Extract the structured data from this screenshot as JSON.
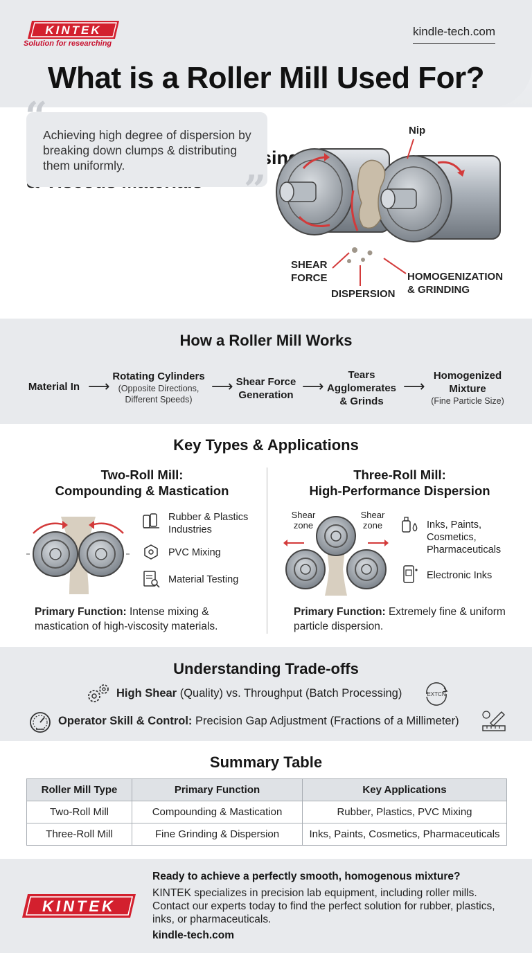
{
  "header": {
    "logo_text": "KINTEK",
    "logo_tagline": "Solution for researching",
    "site": "kindle-tech.com",
    "title": "What is a Roller Mill Used For?"
  },
  "core": {
    "title_line1": "Core Function:",
    "title_line2": "Grinding, Mixing, & Dispersing",
    "title_line3": "& Viscous Materials",
    "quote": "Achieving high degree of dispersion by breaking down clumps & distributing them uniformly.",
    "diagram_labels": {
      "nip": "Nip",
      "shear_1": "SHEAR",
      "shear_2": "FORCE",
      "dispersion": "DISPERSION",
      "homog_1": "HOMOGENIZATION",
      "homog_2": "& GRINDING"
    }
  },
  "how": {
    "title": "How a Roller Mill Works",
    "steps": [
      {
        "label": "Material In",
        "sub": ""
      },
      {
        "label": "Rotating Cylinders",
        "sub": "(Opposite Directions, Different Speeds)"
      },
      {
        "label": "Shear Force Generation",
        "sub": ""
      },
      {
        "label": "Tears Agglomerates & Grinds",
        "sub": ""
      },
      {
        "label": "Homogenized Mixture",
        "sub": "(Fine Particle Size)"
      }
    ]
  },
  "types": {
    "title": "Key Types & Applications",
    "two_roll": {
      "title_line1": "Two-Roll Mill:",
      "title_line2": "Compounding & Mastication",
      "apps": [
        "Rubber & Plastics Industries",
        "PVC Mixing",
        "Material Testing"
      ],
      "primary_label": "Primary Function:",
      "primary_text": "Intense mixing & mastication of high-viscosity materials."
    },
    "three_roll": {
      "title_line1": "Three-Roll Mill:",
      "title_line2": "High-Performance Dispersion",
      "zone_left_1": "Shear",
      "zone_left_2": "zone",
      "zone_right_1": "Shear",
      "zone_right_2": "zone",
      "apps": [
        "Inks, Paints, Cosmetics, Pharmaceuticals",
        "Electronic Inks"
      ],
      "primary_label": "Primary Function:",
      "primary_text": "Extremely fine & uniform particle dispersion."
    }
  },
  "trade": {
    "title": "Understanding Trade-offs",
    "line1_bold": "High Shear",
    "line1_rest": " (Quality) vs. Throughput (Batch Processing)",
    "line1_icon_text": "EXTCN",
    "line2_bold": "Operator Skill & Control:",
    "line2_rest": " Precision Gap Adjustment (Fractions of a Millimeter)"
  },
  "summary": {
    "title": "Summary Table",
    "headers": [
      "Roller Mill Type",
      "Primary Function",
      "Key Applications"
    ],
    "rows": [
      [
        "Two-Roll Mill",
        "Compounding & Mastication",
        "Rubber, Plastics, PVC Mixing"
      ],
      [
        "Three-Roll Mill",
        "Fine Grinding & Dispersion",
        "Inks, Paints, Cosmetics, Pharmaceuticals"
      ]
    ]
  },
  "footer": {
    "logo_text": "KINTEK",
    "title": "Ready to achieve a perfectly smooth, homogenous mixture?",
    "body": "KINTEK specializes in precision lab equipment, including roller mills. Contact our experts today to find the perfect solution for rubber, plastics, inks, or pharmaceuticals.",
    "site": "kindle-tech.com"
  },
  "colors": {
    "brand_red": "#d3202e",
    "accent_red": "#d33a3a",
    "panel_gray": "#e8eaed"
  }
}
